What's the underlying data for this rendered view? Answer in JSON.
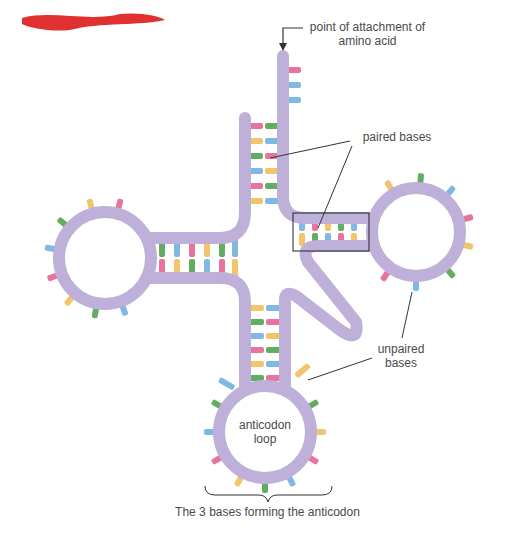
{
  "diagram": {
    "nodes": [
      {
        "text": [
          "anticodon loop"
        ]
      }
    ],
    "labels": [
      "point of attachment of amino acid",
      "paired bases",
      "unpaired bases",
      "The 3 bases forming the anticodon"
    ]
  }
}
